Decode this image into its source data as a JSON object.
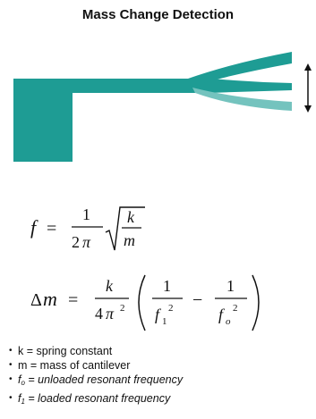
{
  "title": "Mass Change Detection",
  "colors": {
    "cantilever": "#1e9c94",
    "deflected_light": "#74c3be",
    "arrow": "#111111"
  },
  "diagram": {
    "icon": "double-arrow-icon"
  },
  "equations": {
    "freq": {
      "lhs": "f",
      "eq": "=",
      "num": "1",
      "den_coef": "2",
      "den_pi": "π",
      "rad_num": "k",
      "rad_den": "m"
    },
    "mass": {
      "delta": "Δ",
      "m": "m",
      "eq": "=",
      "num": "k",
      "den_coef": "4",
      "den_pi": "π",
      "den_exp": "2",
      "one_a": "1",
      "f1": "f",
      "f1_sub": "1",
      "f1_exp": "2",
      "minus": "−",
      "one_b": "1",
      "fo": "f",
      "fo_sub": "o",
      "fo_exp": "2"
    }
  },
  "definitions": [
    {
      "symbol": "k",
      "sub": "",
      "text": " = spring constant",
      "italic": false
    },
    {
      "symbol": "m",
      "sub": "",
      "text": " = mass of cantilever",
      "italic": false
    },
    {
      "symbol": "f",
      "sub": "o",
      "text": " = unloaded resonant frequency",
      "italic": true
    },
    {
      "symbol": "f",
      "sub": "1",
      "text": " = loaded resonant frequency",
      "italic": true
    }
  ]
}
